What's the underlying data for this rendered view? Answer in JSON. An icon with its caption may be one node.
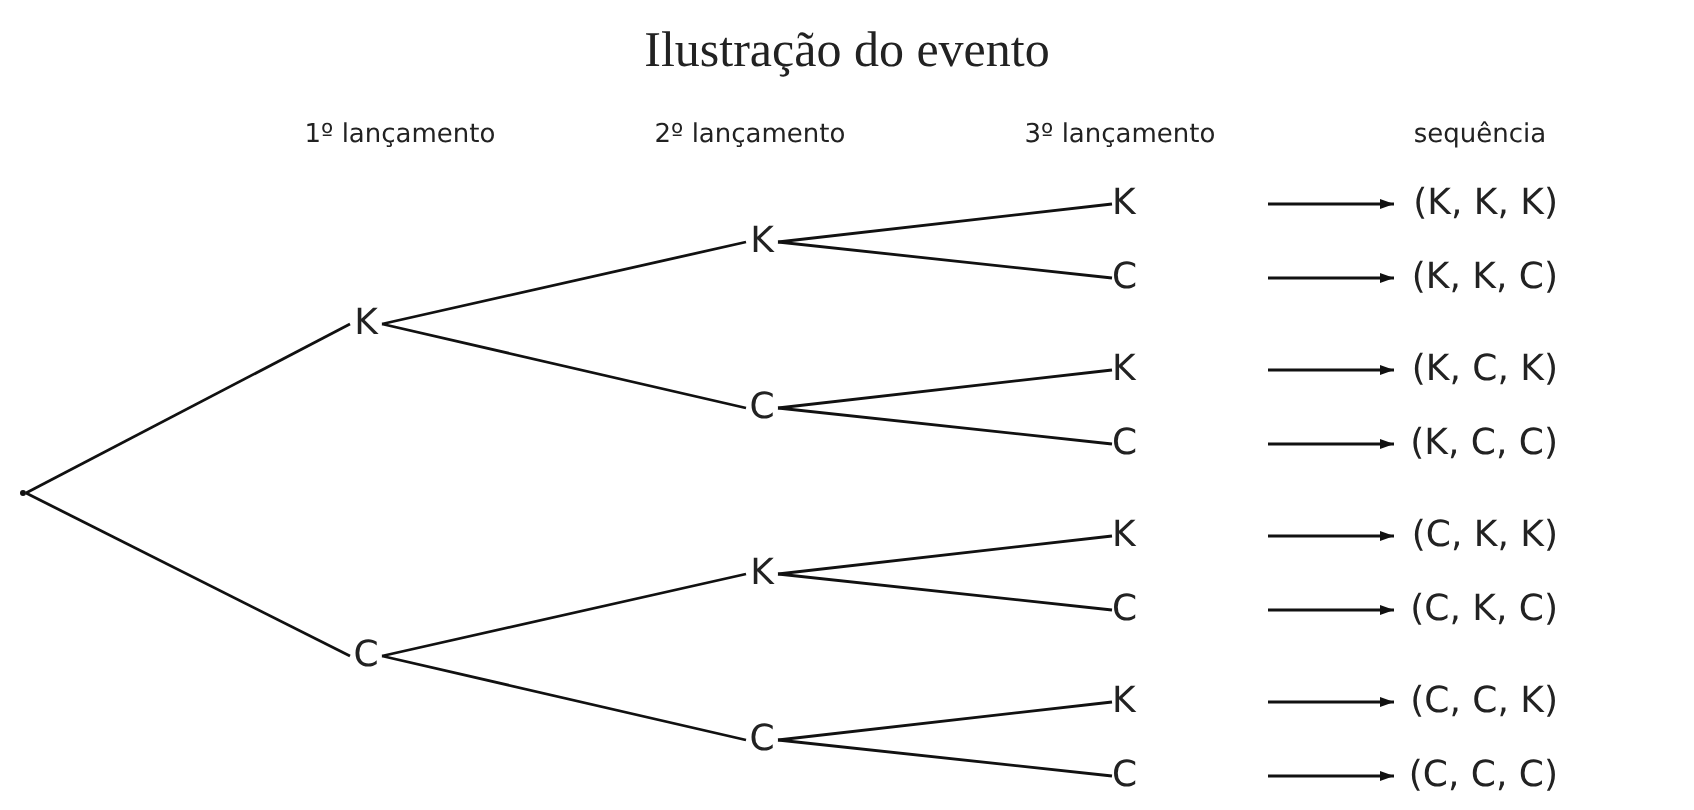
{
  "diagram": {
    "title": "Ilustração do evento",
    "nodes": [
      {
        "text": [],
        "shape": "point"
      },
      {
        "text": [
          "K"
        ]
      },
      {
        "text": [
          "C"
        ]
      },
      {
        "text": [
          "K"
        ]
      },
      {
        "text": [
          "C"
        ]
      },
      {
        "text": [
          "K"
        ]
      },
      {
        "text": [
          "C"
        ]
      },
      {
        "text": [
          "K"
        ]
      },
      {
        "text": [
          "C"
        ]
      },
      {
        "text": [
          "K"
        ]
      },
      {
        "text": [
          "C"
        ]
      },
      {
        "text": [
          "K"
        ]
      },
      {
        "text": [
          "C"
        ]
      },
      {
        "text": [
          "K"
        ]
      },
      {
        "text": [
          "C"
        ]
      },
      {
        "text": [
          "(K, K, K)"
        ]
      },
      {
        "text": [
          "(K, K, C)"
        ]
      },
      {
        "text": [
          "(K, C, K)"
        ]
      },
      {
        "text": [
          "(K, C, C)"
        ]
      },
      {
        "text": [
          "(C, K, K)"
        ]
      },
      {
        "text": [
          "(C, K, C)"
        ]
      },
      {
        "text": [
          "(C, C, K)"
        ]
      },
      {
        "text": [
          "(C, C, C)"
        ]
      }
    ],
    "edges": [
      {
        "from": 0,
        "to": 1,
        "arrow": "none"
      },
      {
        "from": 0,
        "to": 2,
        "arrow": "none"
      },
      {
        "from": 1,
        "to": 3,
        "arrow": "none"
      },
      {
        "from": 1,
        "to": 4,
        "arrow": "none"
      },
      {
        "from": 2,
        "to": 5,
        "arrow": "none"
      },
      {
        "from": 2,
        "to": 6,
        "arrow": "none"
      },
      {
        "from": 3,
        "to": 7,
        "arrow": "none"
      },
      {
        "from": 3,
        "to": 8,
        "arrow": "none"
      },
      {
        "from": 4,
        "to": 9,
        "arrow": "none"
      },
      {
        "from": 4,
        "to": 10,
        "arrow": "none"
      },
      {
        "from": 5,
        "to": 11,
        "arrow": "none"
      },
      {
        "from": 5,
        "to": 12,
        "arrow": "none"
      },
      {
        "from": 6,
        "to": 13,
        "arrow": "none"
      },
      {
        "from": 6,
        "to": 14,
        "arrow": "none"
      },
      {
        "from": 7,
        "to": 15,
        "arrow": "to"
      },
      {
        "from": 8,
        "to": 16,
        "arrow": "to"
      },
      {
        "from": 9,
        "to": 17,
        "arrow": "to"
      },
      {
        "from": 10,
        "to": 18,
        "arrow": "to"
      },
      {
        "from": 11,
        "to": 19,
        "arrow": "to"
      },
      {
        "from": 12,
        "to": 20,
        "arrow": "to"
      },
      {
        "from": 13,
        "to": 21,
        "arrow": "to"
      },
      {
        "from": 14,
        "to": 22,
        "arrow": "to"
      }
    ],
    "labels": [
      "1º lançamento",
      "2º lançamento",
      "3º lançamento",
      "sequência"
    ]
  }
}
